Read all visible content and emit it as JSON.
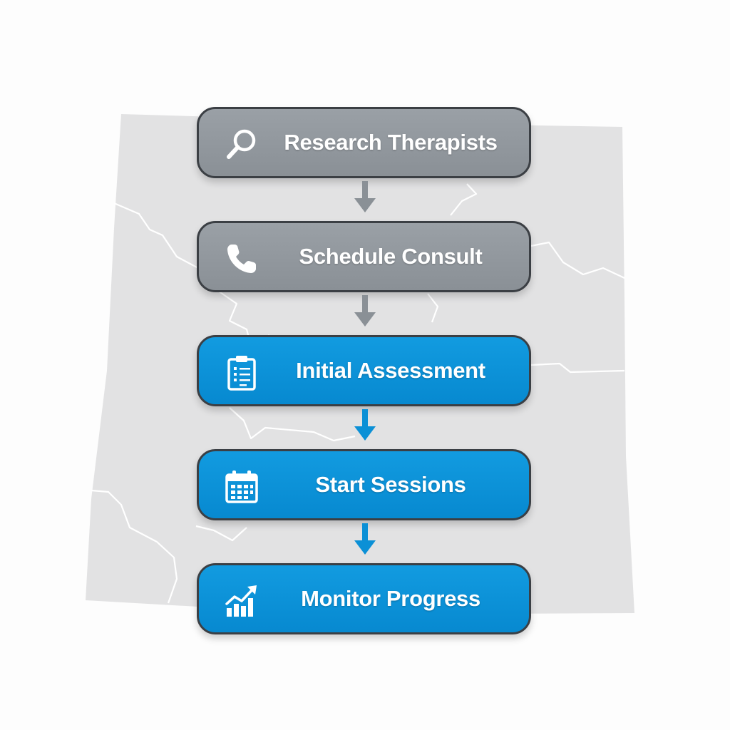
{
  "diagram": {
    "steps": [
      {
        "label": "Research Therapists",
        "icon": "magnifier-icon",
        "status": "completed",
        "color": "#8f959b"
      },
      {
        "label": "Schedule Consult",
        "icon": "phone-icon",
        "status": "completed",
        "color": "#8f959b"
      },
      {
        "label": "Initial Assessment",
        "icon": "clipboard-icon",
        "status": "upcoming",
        "color": "#0b90d6"
      },
      {
        "label": "Start Sessions",
        "icon": "calendar-icon",
        "status": "upcoming",
        "color": "#0b90d6"
      },
      {
        "label": "Monitor Progress",
        "icon": "chart-growth-icon",
        "status": "upcoming",
        "color": "#0b90d6"
      }
    ],
    "connector_colors": [
      "#8a9096",
      "#8a9096",
      "#0b90d6",
      "#0b90d6"
    ],
    "background": "region-map-outline"
  }
}
